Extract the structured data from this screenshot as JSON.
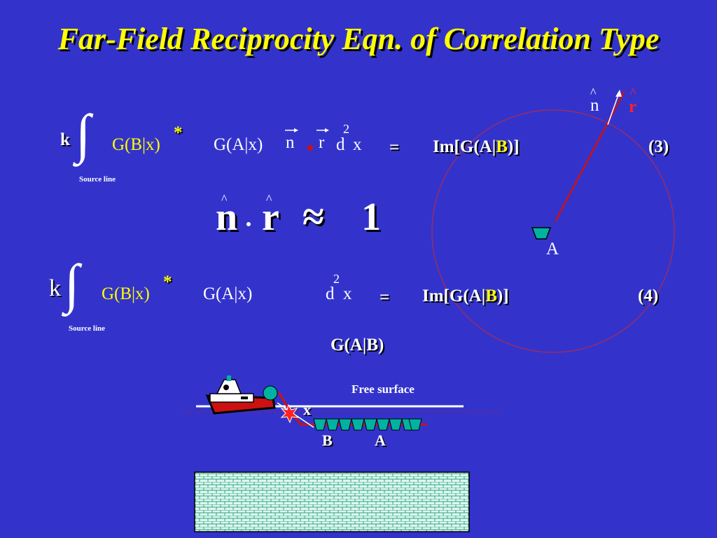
{
  "title": "Far-Field Reciprocity Eqn. of Correlation Type",
  "eq3": {
    "k": "k",
    "integral": "∫",
    "source_line": "Source line",
    "g_b": "G(B|x)",
    "star": "*",
    "g_a": "G(A|x)",
    "n": "n",
    "r": "r",
    "d": "d",
    "x": "x",
    "sup2": "2",
    "equals": "=",
    "im_prefix": "Im[G(A|",
    "im_b": "B",
    "im_suffix": ")]",
    "label": "(3)"
  },
  "approx": {
    "n": "n",
    "r": "r",
    "approx": "≈",
    "one": "1",
    "hat": "^"
  },
  "eq4": {
    "k": "k",
    "integral": "∫",
    "source_line": "Source line",
    "g_b": "G(B|x)",
    "star": "*",
    "g_a": "G(A|x)",
    "d": "d",
    "x": "x",
    "sup2": "2",
    "equals": "=",
    "im_prefix": "Im[G(A|",
    "im_b": "B",
    "im_suffix": ")]",
    "label": "(4)"
  },
  "gab": "G(A|B)",
  "diagram": {
    "n_hat": "n",
    "r_hat": "r",
    "hat": "^",
    "a_label": "A"
  },
  "survey": {
    "free_surface": "Free surface",
    "x_label": "x",
    "b_label": "B",
    "a_label": "A"
  },
  "colors": {
    "background": "#3333cc",
    "title": "#ffff00",
    "receiver": "#00b3a1",
    "ray": "#cc1111",
    "circle": "#b02a4a"
  }
}
